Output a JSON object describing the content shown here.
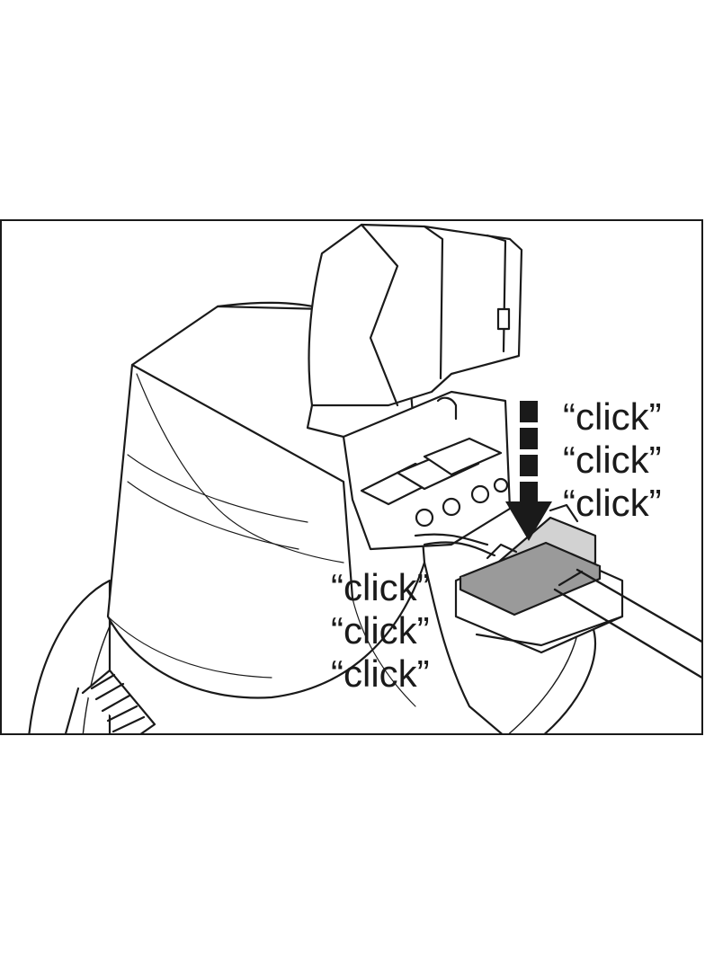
{
  "illustration": {
    "subject": "downlight-installation-connector",
    "icons": [
      "luminaire-body-icon",
      "junction-cover-icon",
      "terminal-block-icon",
      "connector-plug-icon",
      "cable-icon",
      "spring-clip-icon",
      "down-arrow-icon"
    ],
    "colors": {
      "line": "#1a1a1a",
      "fill": "#ffffff",
      "connector_band": "#9a9a9a",
      "connector_top": "#d2d2d2"
    }
  },
  "labels": {
    "right": [
      "“click”",
      "“click”",
      "“click”"
    ],
    "left": [
      "“click”",
      "“click”",
      "“click”"
    ]
  }
}
